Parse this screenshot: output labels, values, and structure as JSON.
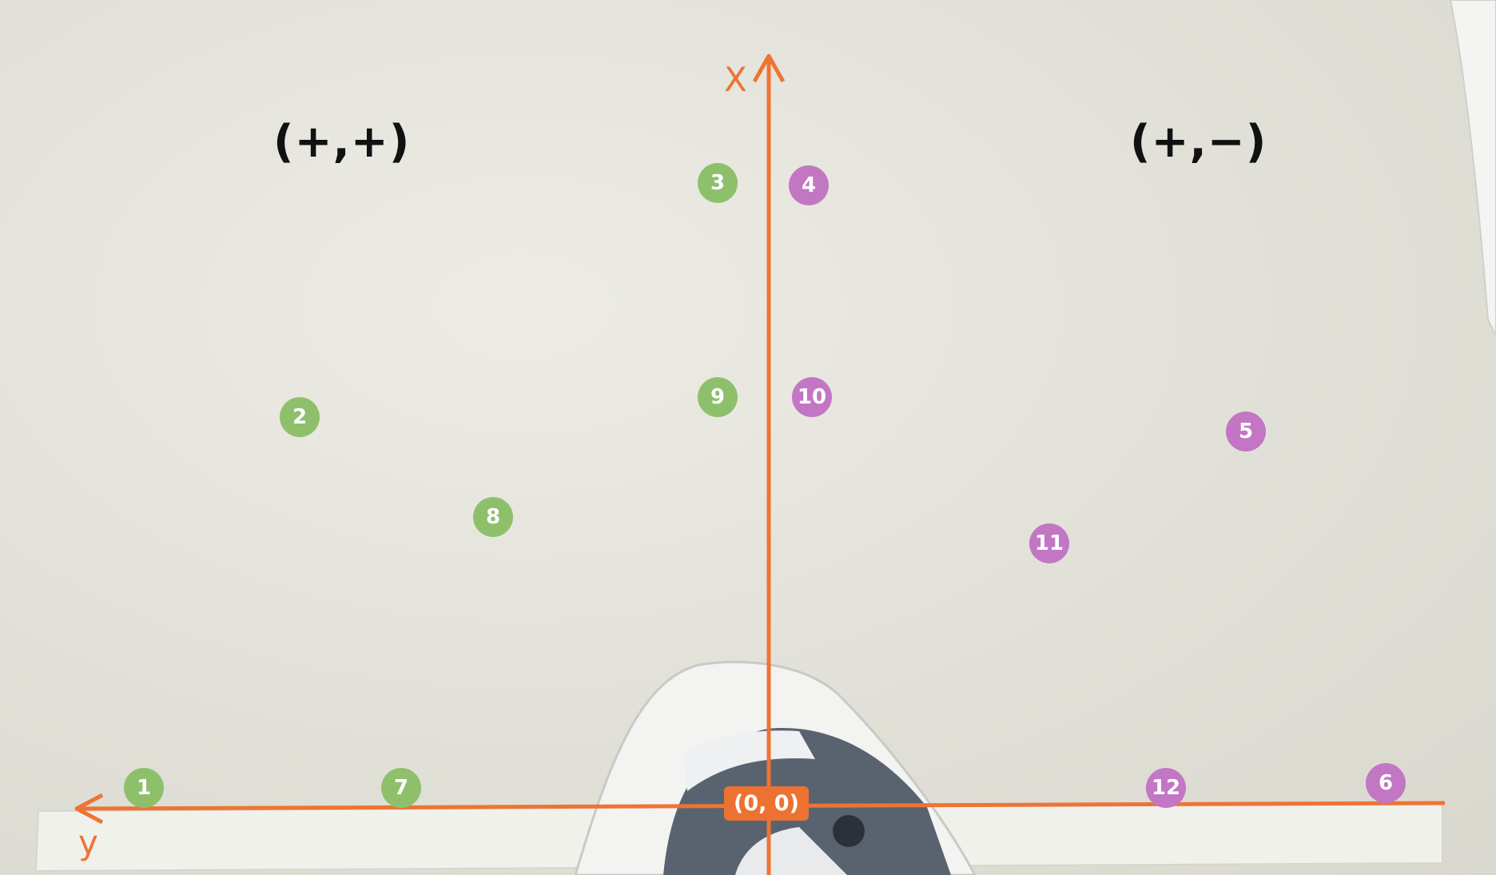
{
  "axes": {
    "x_label": "X",
    "y_label": "y",
    "origin_label": "(0, 0)",
    "axis_color": "#ee7433"
  },
  "quadrants": {
    "left": "(+,+)",
    "right": "(+,−)"
  },
  "markers": [
    {
      "label": "1",
      "color": "green"
    },
    {
      "label": "2",
      "color": "green"
    },
    {
      "label": "3",
      "color": "green"
    },
    {
      "label": "4",
      "color": "purple"
    },
    {
      "label": "5",
      "color": "purple"
    },
    {
      "label": "6",
      "color": "purple"
    },
    {
      "label": "7",
      "color": "green"
    },
    {
      "label": "8",
      "color": "green"
    },
    {
      "label": "9",
      "color": "green"
    },
    {
      "label": "10",
      "color": "purple"
    },
    {
      "label": "11",
      "color": "purple"
    },
    {
      "label": "12",
      "color": "purple"
    }
  ],
  "colors": {
    "green": "#8ec06c",
    "purple": "#c276c4",
    "orange": "#ee7433"
  }
}
